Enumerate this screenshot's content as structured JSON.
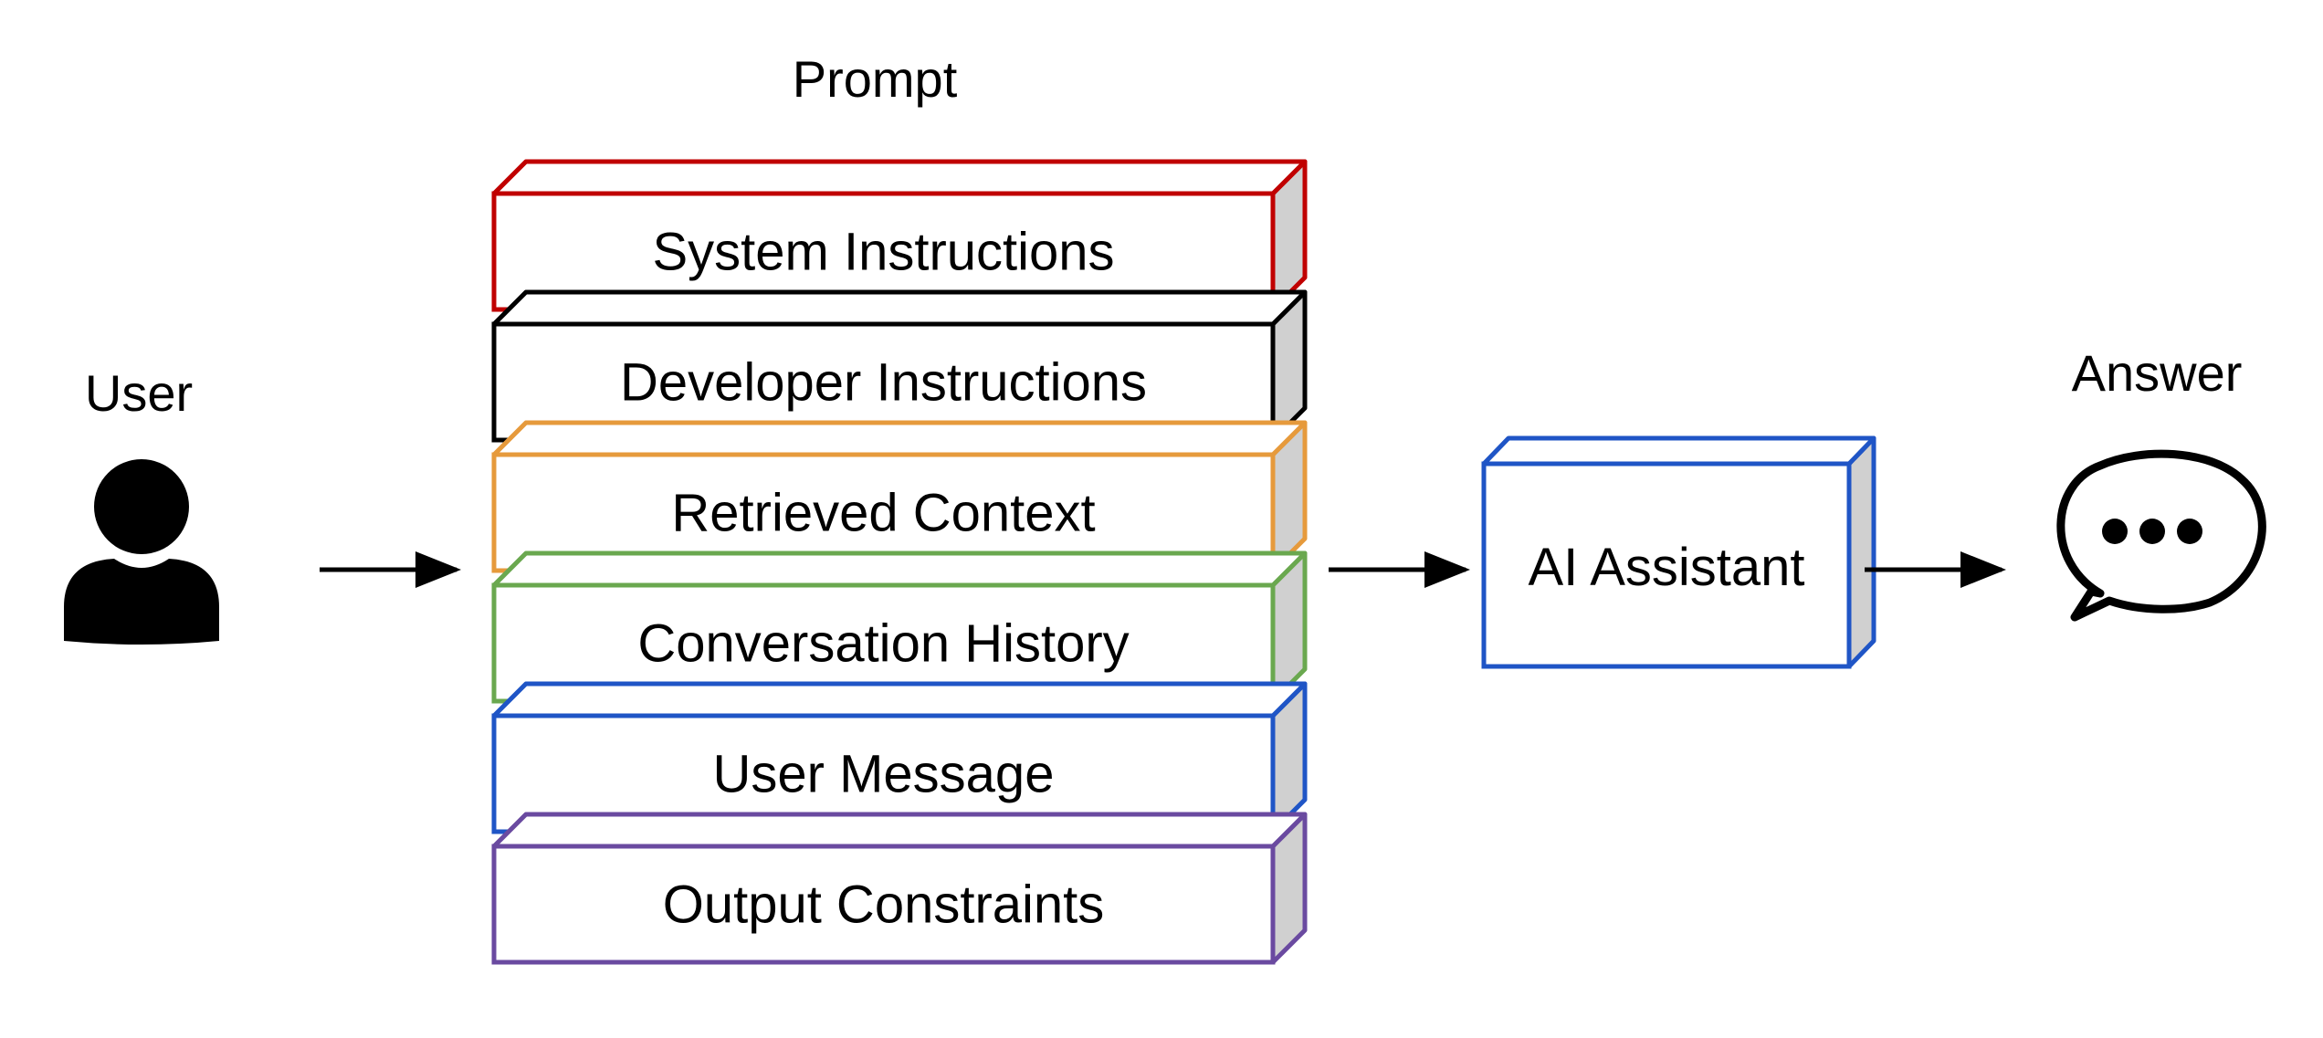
{
  "user": {
    "label": "User",
    "icon": "person-icon"
  },
  "prompt": {
    "title": "Prompt",
    "layers": [
      {
        "label": "System Instructions",
        "color": "#c00000"
      },
      {
        "label": "Developer Instructions",
        "color": "#000000"
      },
      {
        "label": "Retrieved Context",
        "color": "#e69a3c"
      },
      {
        "label": "Conversation History",
        "color": "#6aa84f"
      },
      {
        "label": "User Message",
        "color": "#1f55c6"
      },
      {
        "label": "Output Constraints",
        "color": "#6a4aa0"
      }
    ],
    "side_color": "#d0d0d0"
  },
  "assistant": {
    "label": "AI Assistant",
    "color": "#1f55c6"
  },
  "answer": {
    "label": "Answer",
    "icon": "speech-bubble-icon"
  }
}
